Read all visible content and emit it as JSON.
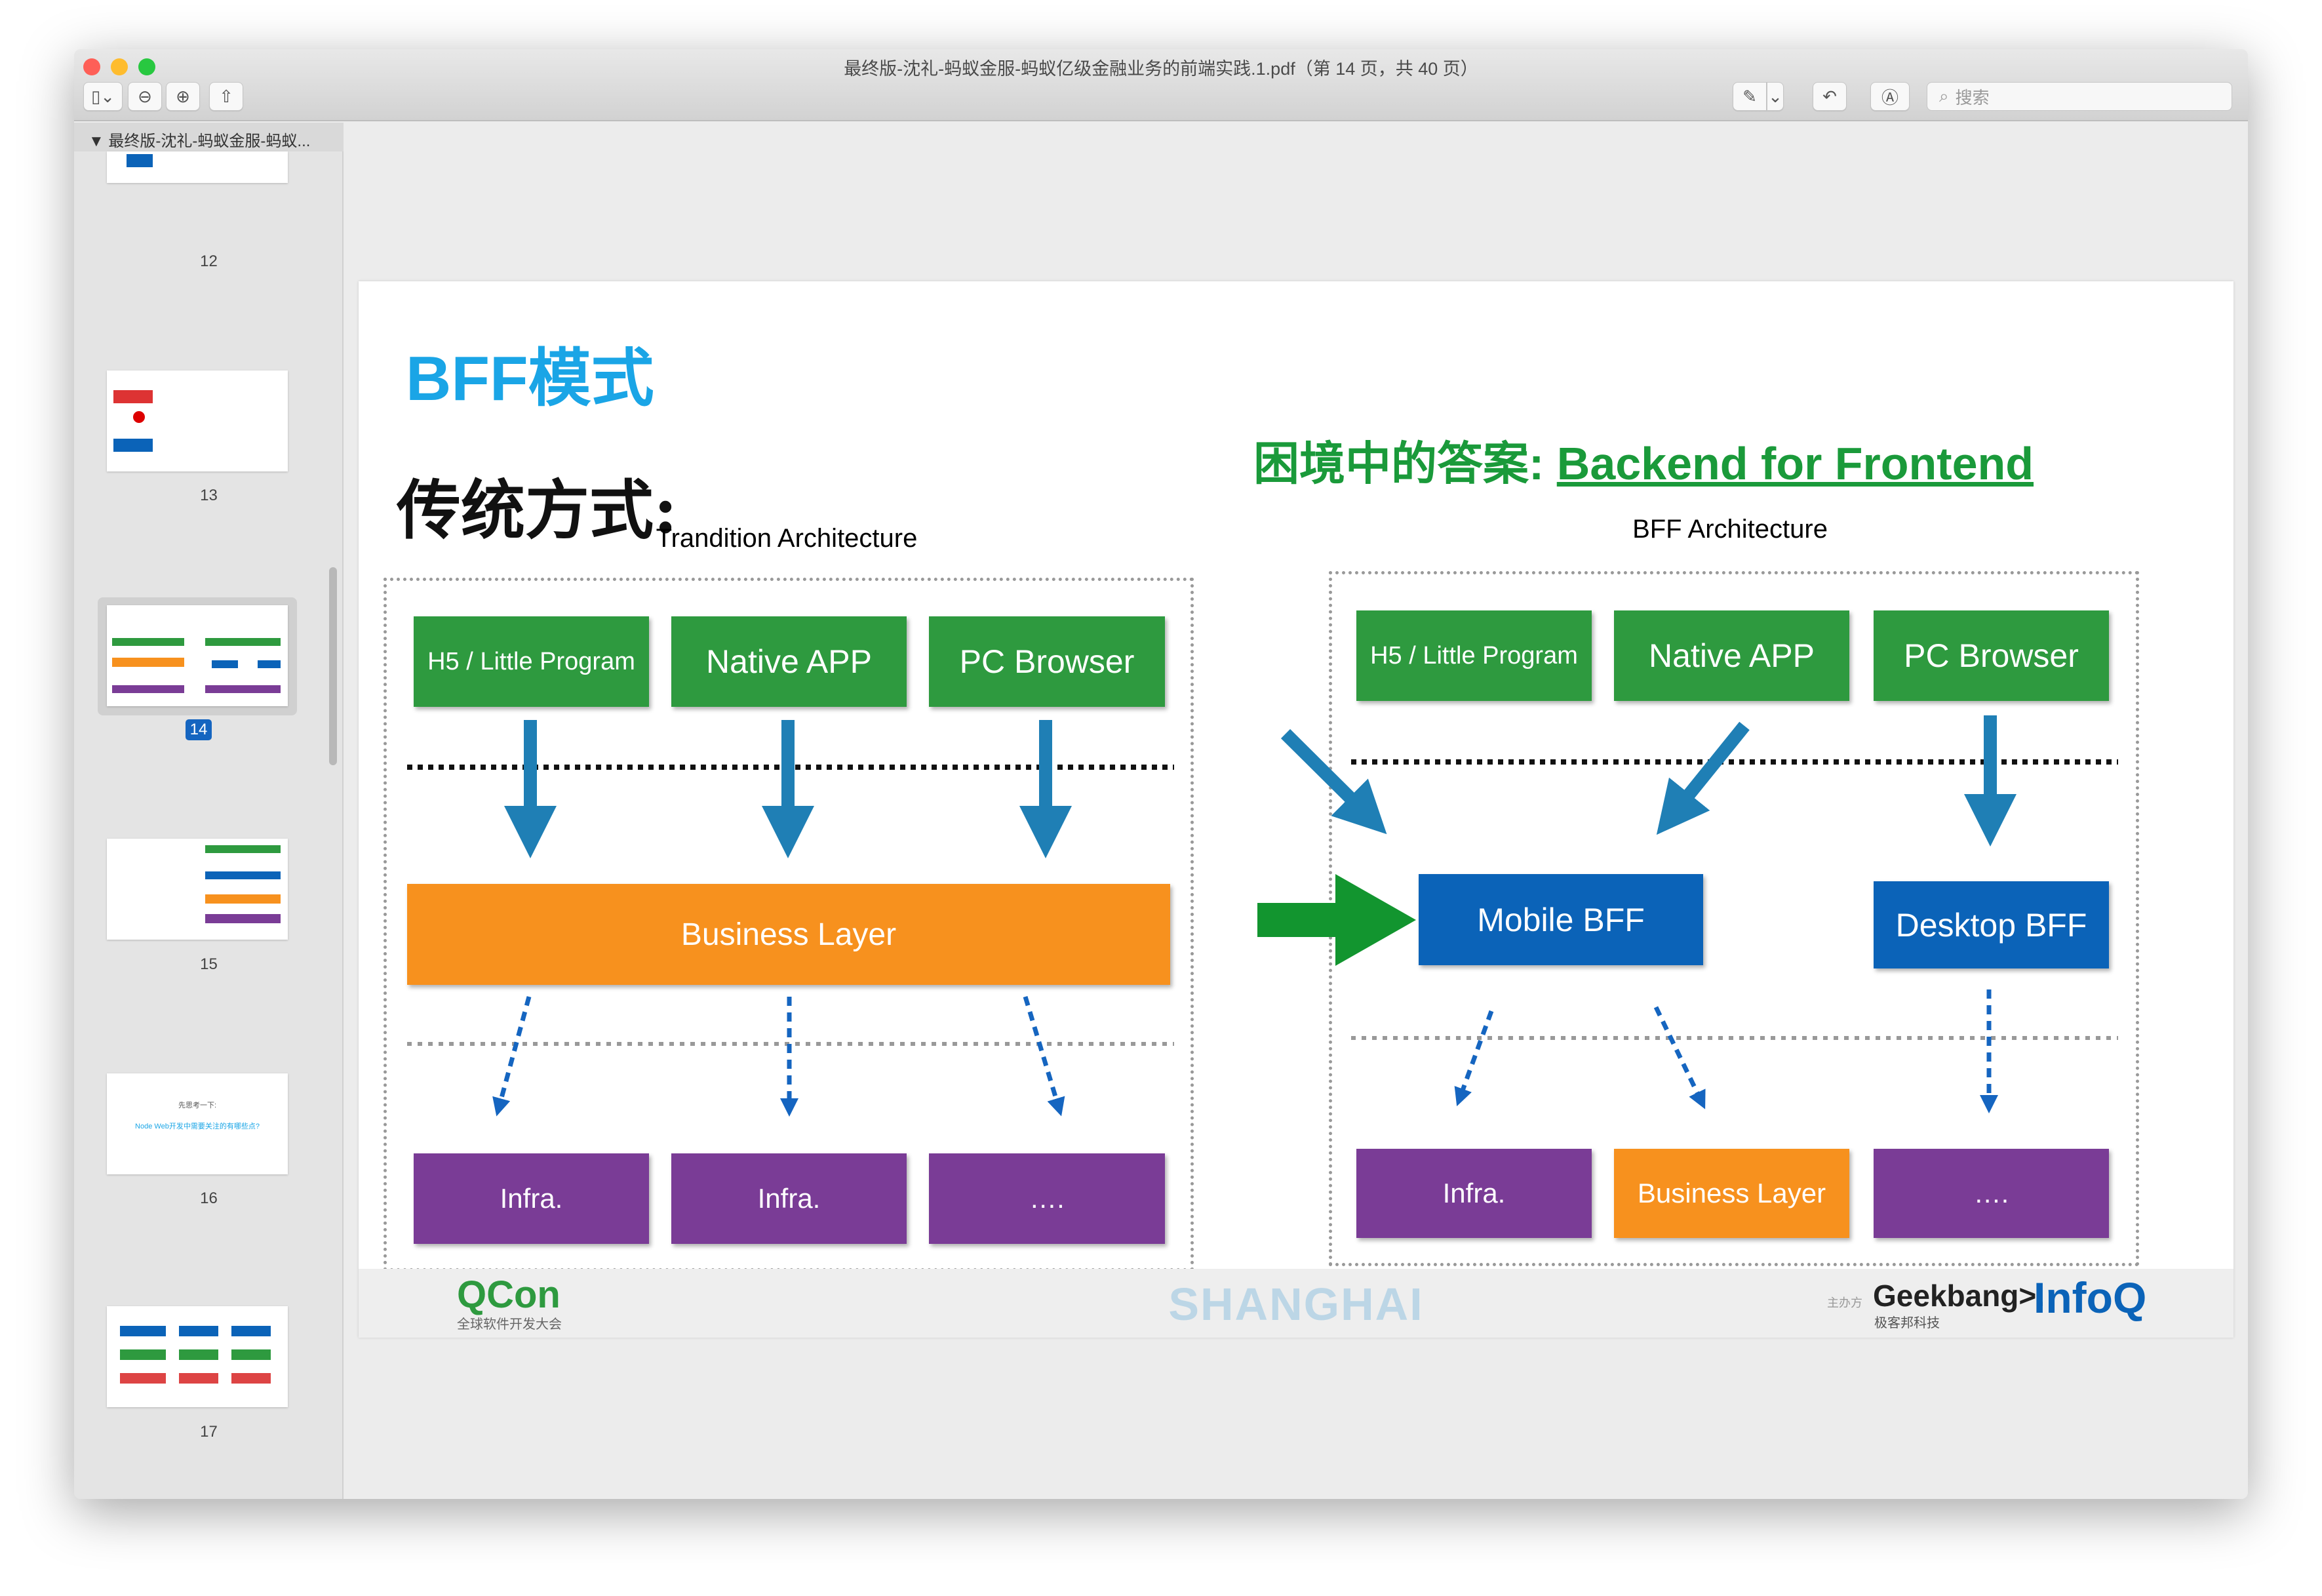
{
  "window": {
    "title": "最终版-沈礼-蚂蚁金服-蚂蚁亿级金融业务的前端实践.1.pdf（第 14 页，共 40 页）",
    "search_placeholder": "搜索",
    "colors": {
      "close": "#fe5f57",
      "minimize": "#febc2e",
      "zoom": "#28c840"
    }
  },
  "toolbar": {
    "icons": [
      "sidebar-toggle-icon",
      "zoom-out-icon",
      "zoom-in-icon",
      "share-icon",
      "highlight-pen-icon",
      "rotate-icon",
      "markup-icon",
      "search-icon"
    ]
  },
  "sidebar": {
    "document": "最终版-沈礼-蚂蚁金服-蚂蚁...",
    "pages": [
      {
        "label": "12"
      },
      {
        "label": "13"
      },
      {
        "label": "14",
        "selected": true
      },
      {
        "label": "15"
      },
      {
        "label": "16",
        "text1": "先思考一下:",
        "text2": "Node Web开发中需要关注的有哪些点?"
      },
      {
        "label": "17"
      }
    ]
  },
  "slide": {
    "title": "BFF模式",
    "left_heading": "传统方式:",
    "left_caption": "Trandition Architecture",
    "right_heading_cn": "困境中的答案: ",
    "right_heading_en": "Backend for Frontend",
    "right_caption": "BFF Architecture",
    "left": {
      "clients": [
        "H5 / Little Program",
        "Native APP",
        "PC Browser"
      ],
      "business": "Business Layer",
      "infra": [
        "Infra.",
        "Infra.",
        "…."
      ]
    },
    "right": {
      "clients": [
        "H5 / Little Program",
        "Native APP",
        "PC Browser"
      ],
      "bff": [
        "Mobile BFF",
        "Desktop BFF"
      ],
      "bottom": [
        "Infra.",
        "Business Layer",
        "…."
      ]
    },
    "footer": {
      "qcon": "QCon",
      "qcon_sub": "全球软件开发大会",
      "city": "SHANGHAI",
      "organizer": "主办方",
      "geekbang": "Geekbang>.",
      "geekbang_sub": "极客邦科技",
      "infoq": "InfoQ"
    },
    "colors": {
      "title": "#1aa5e6",
      "green": "#2e9a3f",
      "blue": "#0b63b8",
      "orange": "#f7911e",
      "purple": "#7a3c96",
      "arrow": "#1f7fb5"
    }
  }
}
